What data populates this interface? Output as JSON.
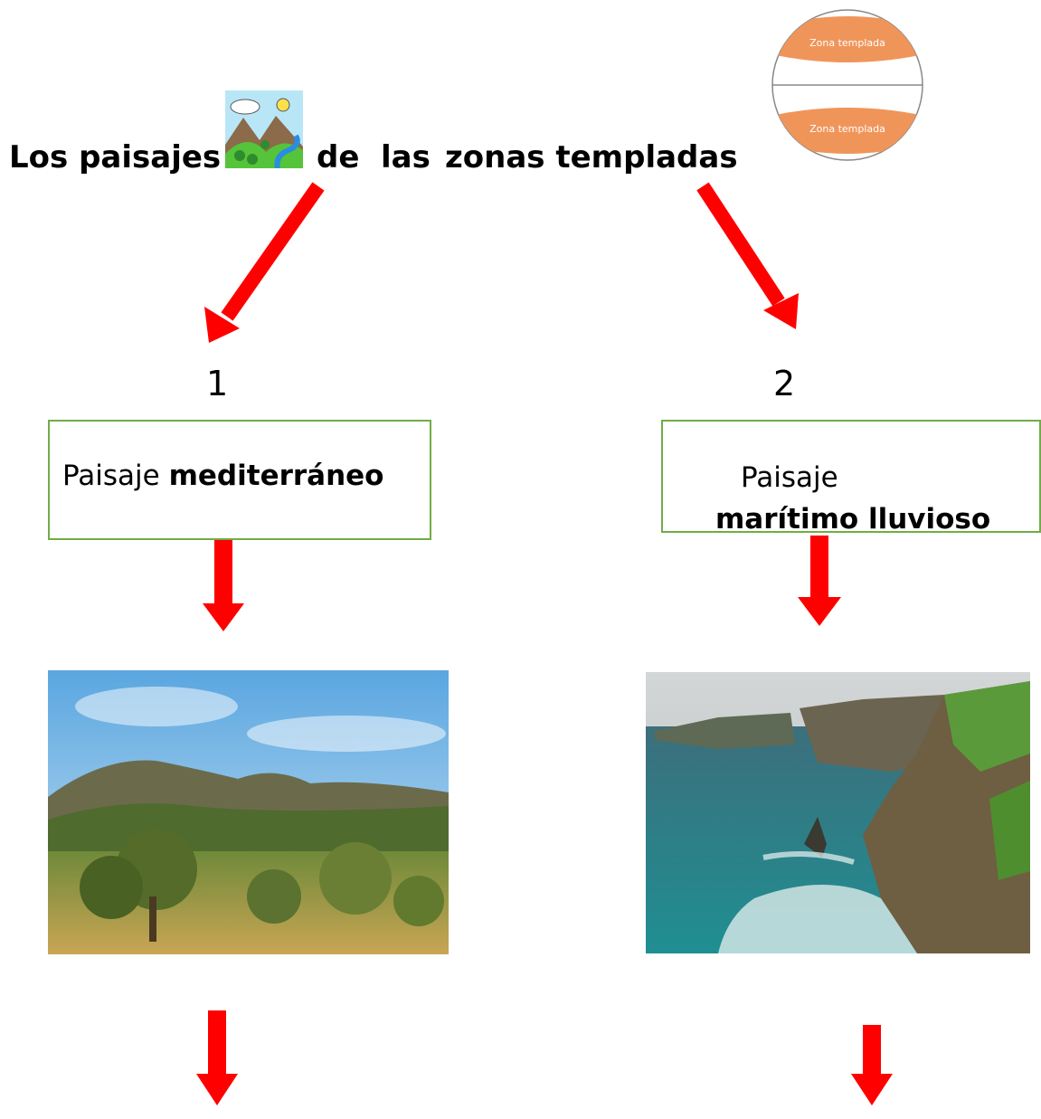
{
  "title": {
    "part1": "Los paisajes",
    "part2": "de",
    "part3": "las",
    "part4": "zonas templadas"
  },
  "globe": {
    "band_top_label": "Zona templada",
    "band_bottom_label": "Zona templada"
  },
  "branches": [
    {
      "number": "1",
      "label_prefix": "Paisaje",
      "label_bold": "mediterráneo",
      "photo": "mediterranean-landscape-photo"
    },
    {
      "number": "2",
      "label_prefix": "Paisaje",
      "label_bold": "marítimo lluvioso",
      "photo": "rainy-maritime-cliffs-photo"
    }
  ],
  "colors": {
    "arrow": "#ff0000",
    "box_border": "#70ad47",
    "globe_band": "#f0955a"
  }
}
